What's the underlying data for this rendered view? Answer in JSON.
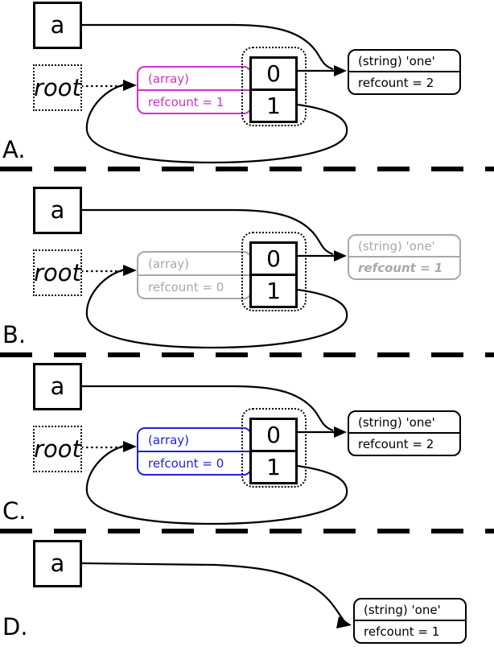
{
  "figure": {
    "panels": [
      {
        "label": "A.",
        "var_box": "a",
        "root_box": "root",
        "array_node": {
          "type": "(array)",
          "refcount": "refcount = 1",
          "color": "#cc33cc"
        },
        "bucket": {
          "slots": [
            "0",
            "1"
          ]
        },
        "string_node": {
          "type": "(string) 'one'",
          "refcount": "refcount = 2",
          "color": "#000000"
        }
      },
      {
        "label": "B.",
        "var_box": "a",
        "root_box": "root",
        "array_node": {
          "type": "(array)",
          "refcount": "refcount = 0",
          "color": "#a8a8a8"
        },
        "bucket": {
          "slots": [
            "0",
            "1"
          ]
        },
        "string_node": {
          "type": "(string) 'one'",
          "refcount": "refcount = 1",
          "color": "#a8a8a8",
          "refcount_emphasis": true
        }
      },
      {
        "label": "C.",
        "var_box": "a",
        "root_box": "root",
        "array_node": {
          "type": "(array)",
          "refcount": "refcount = 0",
          "color": "#2020dd"
        },
        "bucket": {
          "slots": [
            "0",
            "1"
          ]
        },
        "string_node": {
          "type": "(string) 'one'",
          "refcount": "refcount = 2",
          "color": "#000000"
        }
      },
      {
        "label": "D.",
        "var_box": "a",
        "string_node": {
          "type": "(string) 'one'",
          "refcount": "refcount = 1",
          "color": "#000000"
        }
      }
    ]
  }
}
